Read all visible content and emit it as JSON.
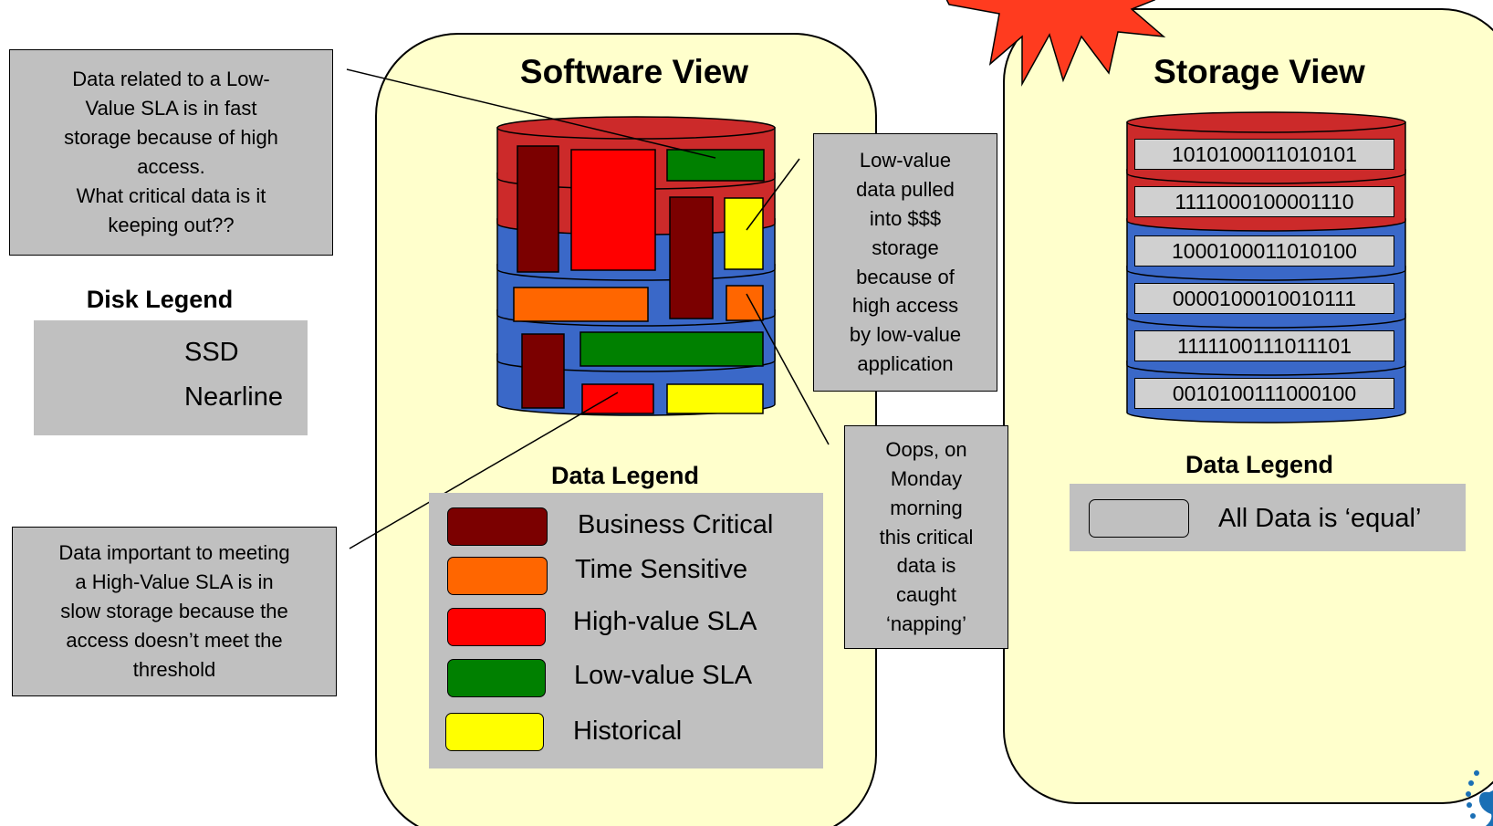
{
  "software_view": {
    "title": "Software View",
    "data_legend_title": "Data Legend",
    "legend": [
      {
        "label": "Business Critical",
        "color": "#7b0000"
      },
      {
        "label": "Time Sensitive",
        "color": "#ff6600"
      },
      {
        "label": "High-value SLA",
        "color": "#ff0000"
      },
      {
        "label": "Low-value SLA",
        "color": "#008000"
      },
      {
        "label": "Historical",
        "color": "#ffff00"
      }
    ]
  },
  "storage_view": {
    "title": "Storage View",
    "data_legend_title": "Data Legend",
    "legend_label": "All Data is ‘equal’",
    "rows": [
      "1010100011010101",
      "1111000100001110",
      "1000100011010100",
      "0000100010010111",
      "1111100111011101",
      "0010100111000100"
    ]
  },
  "disk_legend": {
    "title": "Disk Legend",
    "items": [
      {
        "label": "SSD",
        "color": "#cc2a2a"
      },
      {
        "label": "Nearline",
        "color": "#3a68c8"
      }
    ]
  },
  "callouts": {
    "low_value_fast": "Data related to a Low-\nValue SLA is in fast\nstorage because of high\naccess.\nWhat critical data is it\nkeeping out??",
    "high_value_slow": "Data important to meeting\na High-Value SLA is in\nslow storage because the\naccess doesn’t meet the\nthreshold",
    "low_value_pulled": "Low-value\ndata pulled\ninto $$$\nstorage\nbecause of\nhigh access\nby low-value\napplication",
    "oops": "Oops, on\nMonday\nmorning\nthis critical\ndata is\ncaught\n‘napping’"
  },
  "colors": {
    "panel_fill": "#ffffcc",
    "ssd": "#cc2a2a",
    "nearline": "#3a68c8",
    "callout_fill": "#c0c0c0",
    "burst": "#ff3b1f",
    "logo": "#1a6fb5"
  }
}
